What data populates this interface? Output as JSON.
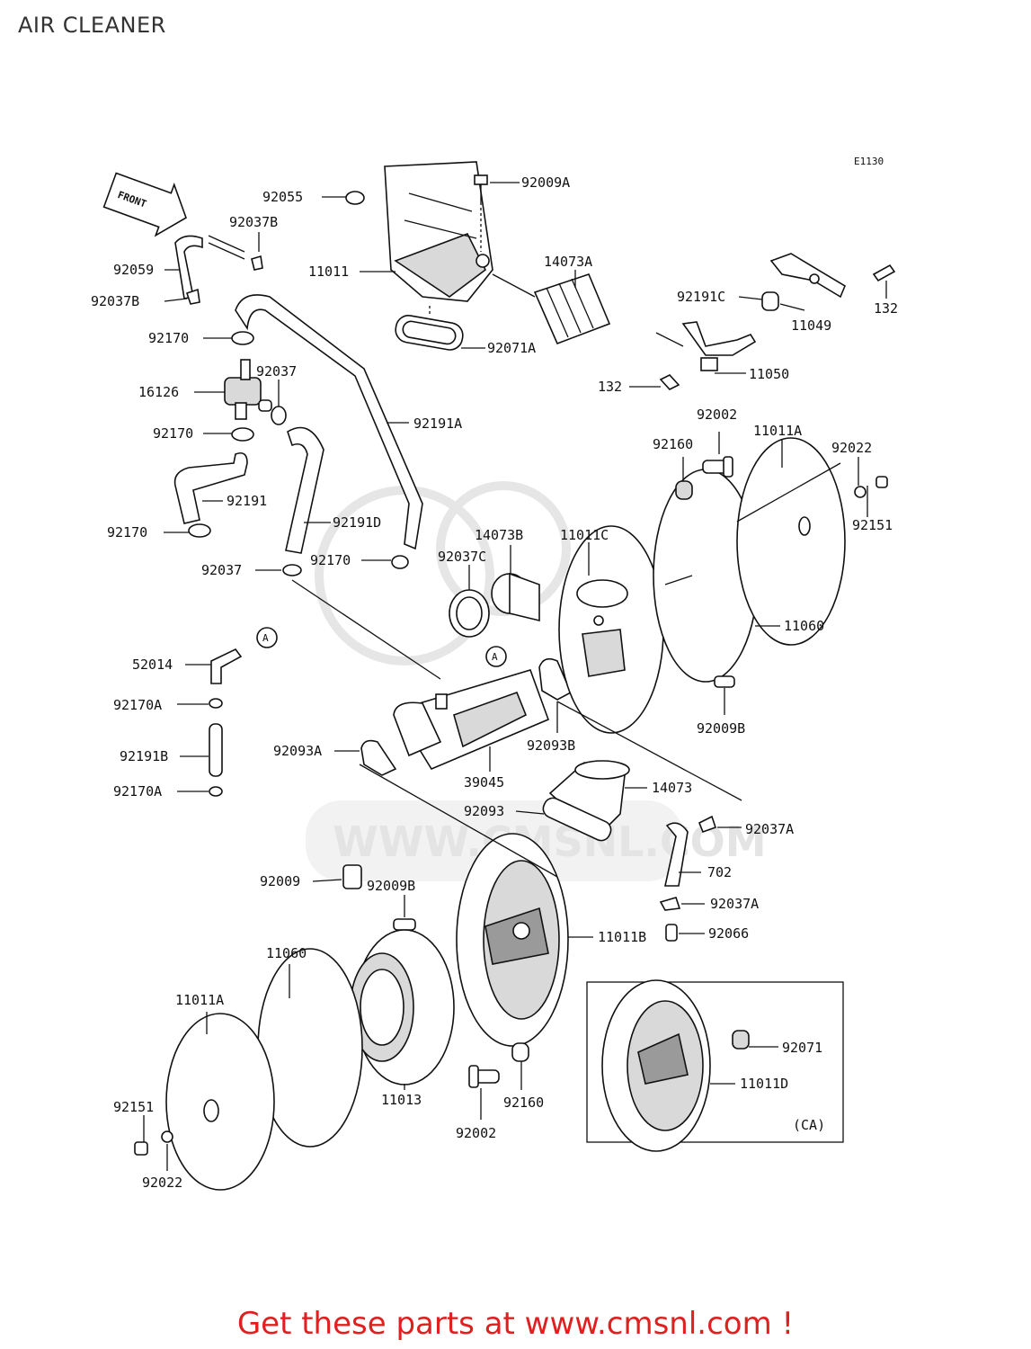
{
  "title": "AIR CLEANER",
  "diagram_code": "E1130",
  "front_label": "FRONT",
  "ref_marker": "A",
  "variant_label": "(CA)",
  "watermark": "WWW.CMSNL.COM",
  "footer": "Get these parts at www.cmsnl.com !",
  "footer_color": "#e02020",
  "parts": {
    "p92055": "92055",
    "p92009A": "92009A",
    "p92037B_top": "92037B",
    "p92059": "92059",
    "p11011": "11011",
    "p14073A": "14073A",
    "p92037B_left": "92037B",
    "p92191C": "92191C",
    "p132_top": "132",
    "p11049": "11049",
    "p92071A": "92071A",
    "p92170_a": "92170",
    "p92037_a": "92037",
    "p16126": "16126",
    "p132_left": "132",
    "p11050": "11050",
    "p92170_b": "92170",
    "p92191A": "92191A",
    "p92002_top": "92002",
    "p11011A_top": "11011A",
    "p92160_top": "92160",
    "p92022_top": "92022",
    "p92191": "92191",
    "p92151_top": "92151",
    "p92191D": "92191D",
    "p92170_c": "92170",
    "p14073B": "14073B",
    "p11011C": "11011C",
    "p92037C": "92037C",
    "p92170_d": "92170",
    "p92037_b": "92037",
    "p11060_right": "11060",
    "p52014": "52014",
    "p92170A_a": "92170A",
    "p92009B_right": "92009B",
    "p92093B": "92093B",
    "p92191B": "92191B",
    "p92093A": "92093A",
    "p39045": "39045",
    "p14073": "14073",
    "p92170A_b": "92170A",
    "p92093": "92093",
    "p92037A_a": "92037A",
    "p702": "702",
    "p92009": "92009",
    "p92009B_mid": "92009B",
    "p92037A_b": "92037A",
    "p11011B": "11011B",
    "p92066": "92066",
    "p11060_left": "11060",
    "p11011A_bottom": "11011A",
    "p92071": "92071",
    "p11013": "11013",
    "p11011D": "11011D",
    "p92151_bottom": "92151",
    "p92160_bottom": "92160",
    "p92002_bottom": "92002",
    "p92022_bottom": "92022"
  }
}
